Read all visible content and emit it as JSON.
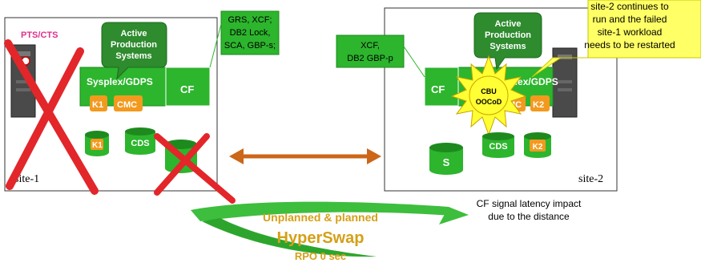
{
  "site1": {
    "name": "site-1",
    "pts_label": "PTS/CTS",
    "callout": [
      "Active",
      "Production",
      "Systems"
    ],
    "sysplex_label": "Sysplex/GDPS",
    "cf_label": "CF",
    "k1_label": "K1",
    "cmc_label": "CMC",
    "disk_k1": "K1",
    "disk_cds": "CDS",
    "structures": [
      "GRS, XCF;",
      "DB2 Lock,",
      "SCA, GBP-s;"
    ]
  },
  "site2": {
    "name": "site-2",
    "callout": [
      "Active",
      "Production",
      "Systems"
    ],
    "sysplex_label": "Sysplex/GDPS",
    "cf_label": "CF",
    "cmc_label": "MC",
    "k2_label": "K2",
    "disk_cds": "CDS",
    "disk_k2": "K2",
    "disk_s": "S",
    "structures": [
      "XCF,",
      "DB2 GBP-p"
    ],
    "cbu_lines": [
      "CBU",
      "OOCoD"
    ],
    "note": [
      "site-2  continues to",
      "run and the failed",
      "site-1 workload",
      "needs to be restarted"
    ],
    "latency_note": [
      "CF signal latency impact",
      "due to the distance"
    ]
  },
  "hyperswap": {
    "line1": "Unplanned & planned",
    "line2": "HyperSwap",
    "rpo": "RPO 0 sec"
  },
  "colors": {
    "green_fill": "#2DB52D",
    "green_dark": "#1E8A1E",
    "orange": "#F39A1E",
    "arrow_orange": "#CC6618",
    "cross_red": "#E2262A",
    "note_yellow": "#FFFF66",
    "hyperswap_text": "#D4A017",
    "sun_yellow": "#FFFF33"
  }
}
